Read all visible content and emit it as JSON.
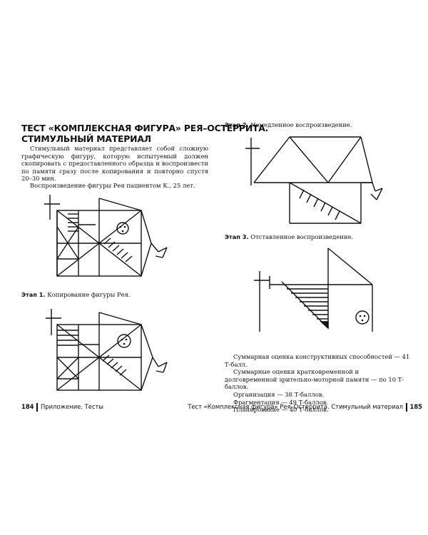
{
  "left_page": {
    "title_line1": "ТЕСТ «КОМПЛЕКСНАЯ ФИГУРА» РЕЯ–ОСТЕРРИТА.",
    "title_line2": "СТИМУЛЬНЫЙ МАТЕРИАЛ",
    "intro": "Стимульный материал представляет собой сложную графическую фигуру, которую испытуемый должен скопировать с предоставленного образца и воспроизвести по памяти сразу после копирования и повторно спустя 20–30 мин.",
    "patient_note": "Воспроизведение фигуры Рея пациентом К., 25 лет.",
    "stage1_label": "Этап 1.",
    "stage1_text": " Копирование фигуры Рея.",
    "footer_page": "184",
    "footer_text": "Приложение. Тесты"
  },
  "right_page": {
    "stage2_label": "Этап 2.",
    "stage2_text": " Немедленное воспроизведение.",
    "stage3_label": "Этап 3.",
    "stage3_text": " Отставленное воспроизведение.",
    "summary": [
      "Суммарная оценка конструктивных способностей — 41 Т-балл.",
      "Суммарные оценки кратковременной и долговременной зрительно-моторной памяти — по 10 Т-баллов.",
      "Организация — 38 Т-баллов.",
      "Фрагментация — 49 Т-баллов.",
      "Планирование — 40 Т-баллов."
    ],
    "footer_text": "Тест «Комплексная фигура» Рея–Остеррита. Стимульный материал",
    "footer_page": "185"
  },
  "colors": {
    "ink": "#111111",
    "paper": "#ffffff"
  }
}
